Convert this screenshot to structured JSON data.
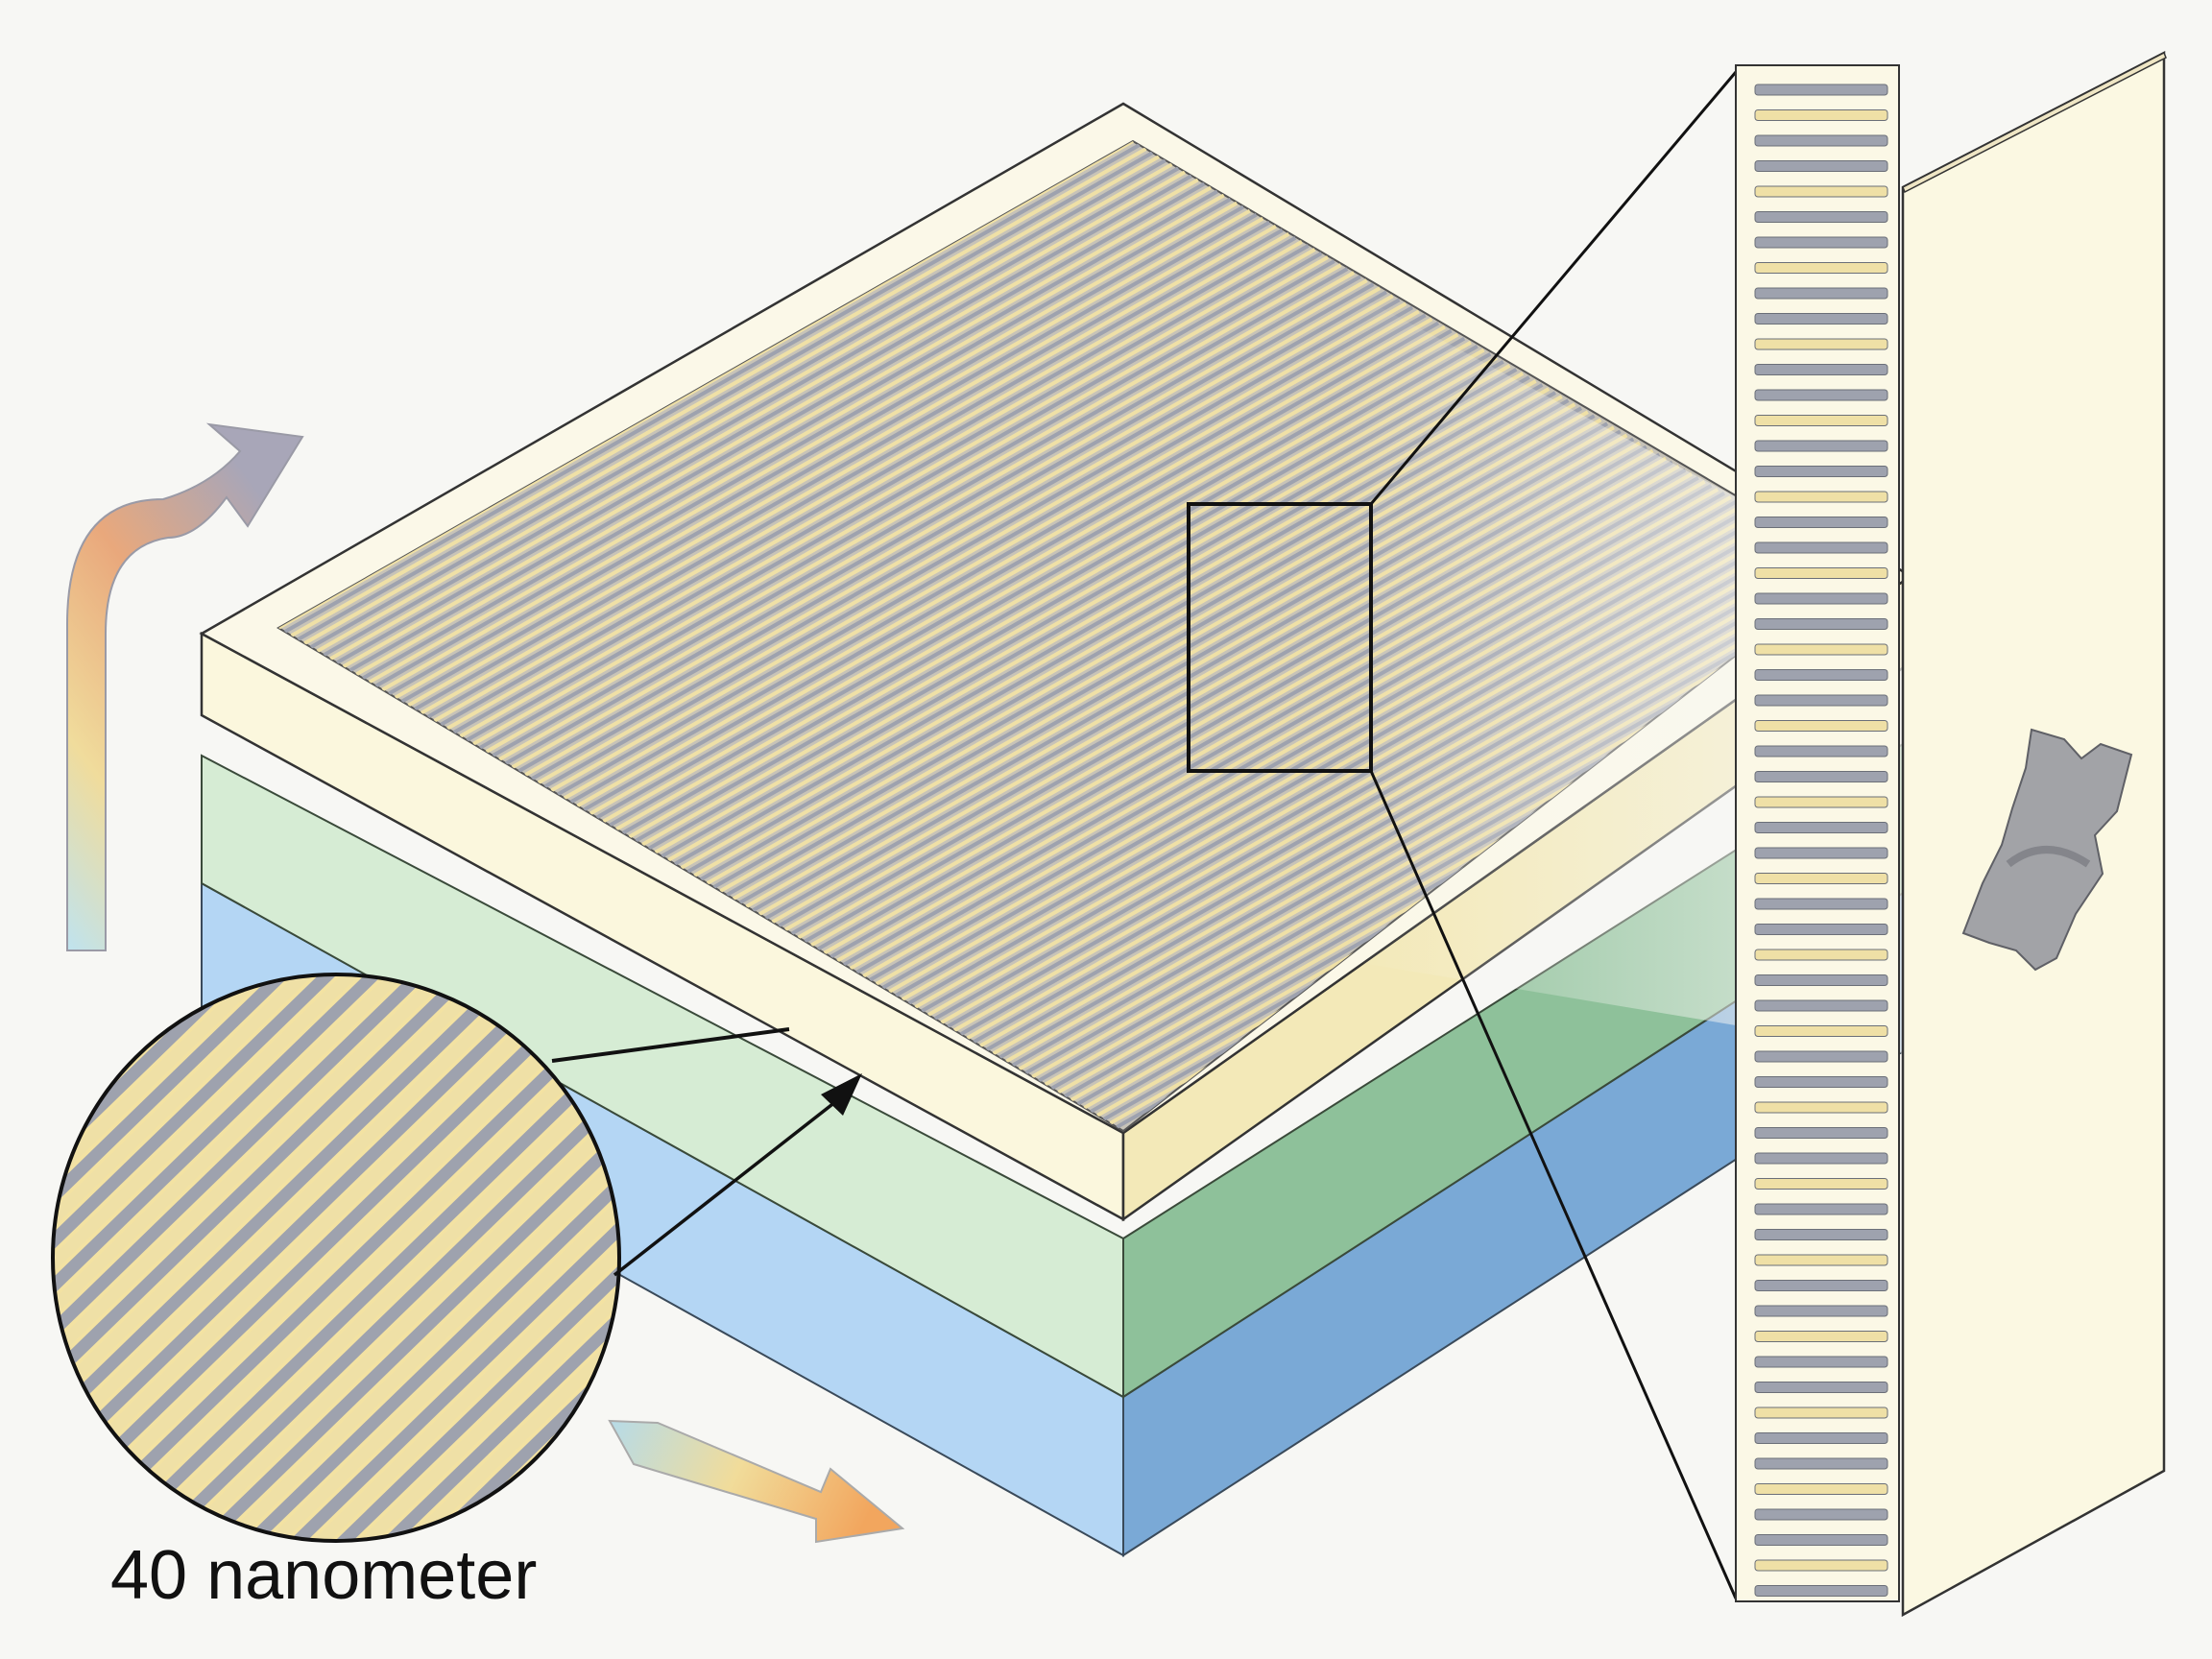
{
  "figure": {
    "scale_label": "40 nanometer",
    "layers": [
      "grating-film",
      "green-layer",
      "blue-substrate"
    ],
    "colors": {
      "background": "#f7f7f4",
      "frame": "#fbf8e6",
      "stripe_yellow": "#efe0a6",
      "stripe_gray": "#9ea2ae",
      "green_layer": "#cfe8cf",
      "blue_layer": "#a9cdee",
      "outline": "#222222"
    },
    "icons": [
      "curved-arrow-icon",
      "straight-arrow-icon",
      "magnifier-circle",
      "zoom-box"
    ]
  }
}
